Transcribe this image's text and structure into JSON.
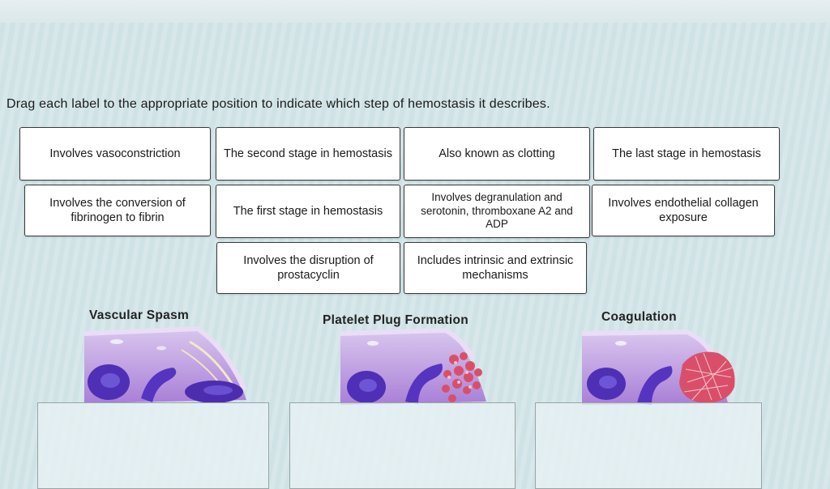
{
  "instruction": "Drag each label to the appropriate position to indicate which step of hemostasis it describes.",
  "labels": [
    "Involves vasoconstriction",
    "The second stage in hemostasis",
    "Also known as clotting",
    "The last stage in hemostasis",
    "Involves the conversion of fibrinogen to fibrin",
    "The first stage in hemostasis",
    "Involves degranulation and serotonin, thromboxane A2 and ADP",
    "Involves endothelial collagen exposure",
    "Involves the disruption of prostacyclin",
    "Includes intrinsic and extrinsic mechanisms"
  ],
  "stages": [
    {
      "title": "Vascular Spasm"
    },
    {
      "title": "Platelet Plug Formation"
    },
    {
      "title": "Coagulation"
    }
  ],
  "colors": {
    "vessel_wall": "#b48ad8",
    "rbc": "#5a3fc0",
    "platelet_plug": "#d94f6a"
  }
}
